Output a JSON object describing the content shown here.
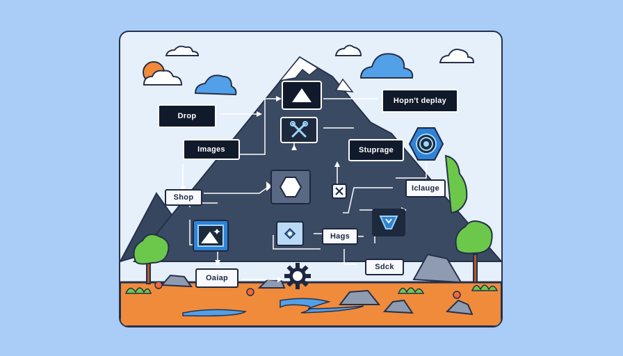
{
  "labels": {
    "drop": "Drop",
    "images": "Images",
    "shop": "Shop",
    "oaiap": "Oaiap",
    "top_right": "Hopn't deplay",
    "stuprage": "Stuprage",
    "iclauge": "Iclauge",
    "hags": "Hags",
    "sdck": "Sdck"
  },
  "icons": [
    "triangle-icon",
    "tools-icon",
    "hexagon-icon",
    "mountain-image-icon",
    "eye-icon",
    "gear-icon",
    "x-icon",
    "target-icon",
    "code-icon"
  ],
  "colors": {
    "background": "#a9cdf6",
    "panel": "#e6f0fb",
    "mountain": "#36465f",
    "dark_node": "#111a2b",
    "accent_blue": "#3b8fe0",
    "ground": "#f08b3c",
    "tree": "#6cc84a"
  }
}
